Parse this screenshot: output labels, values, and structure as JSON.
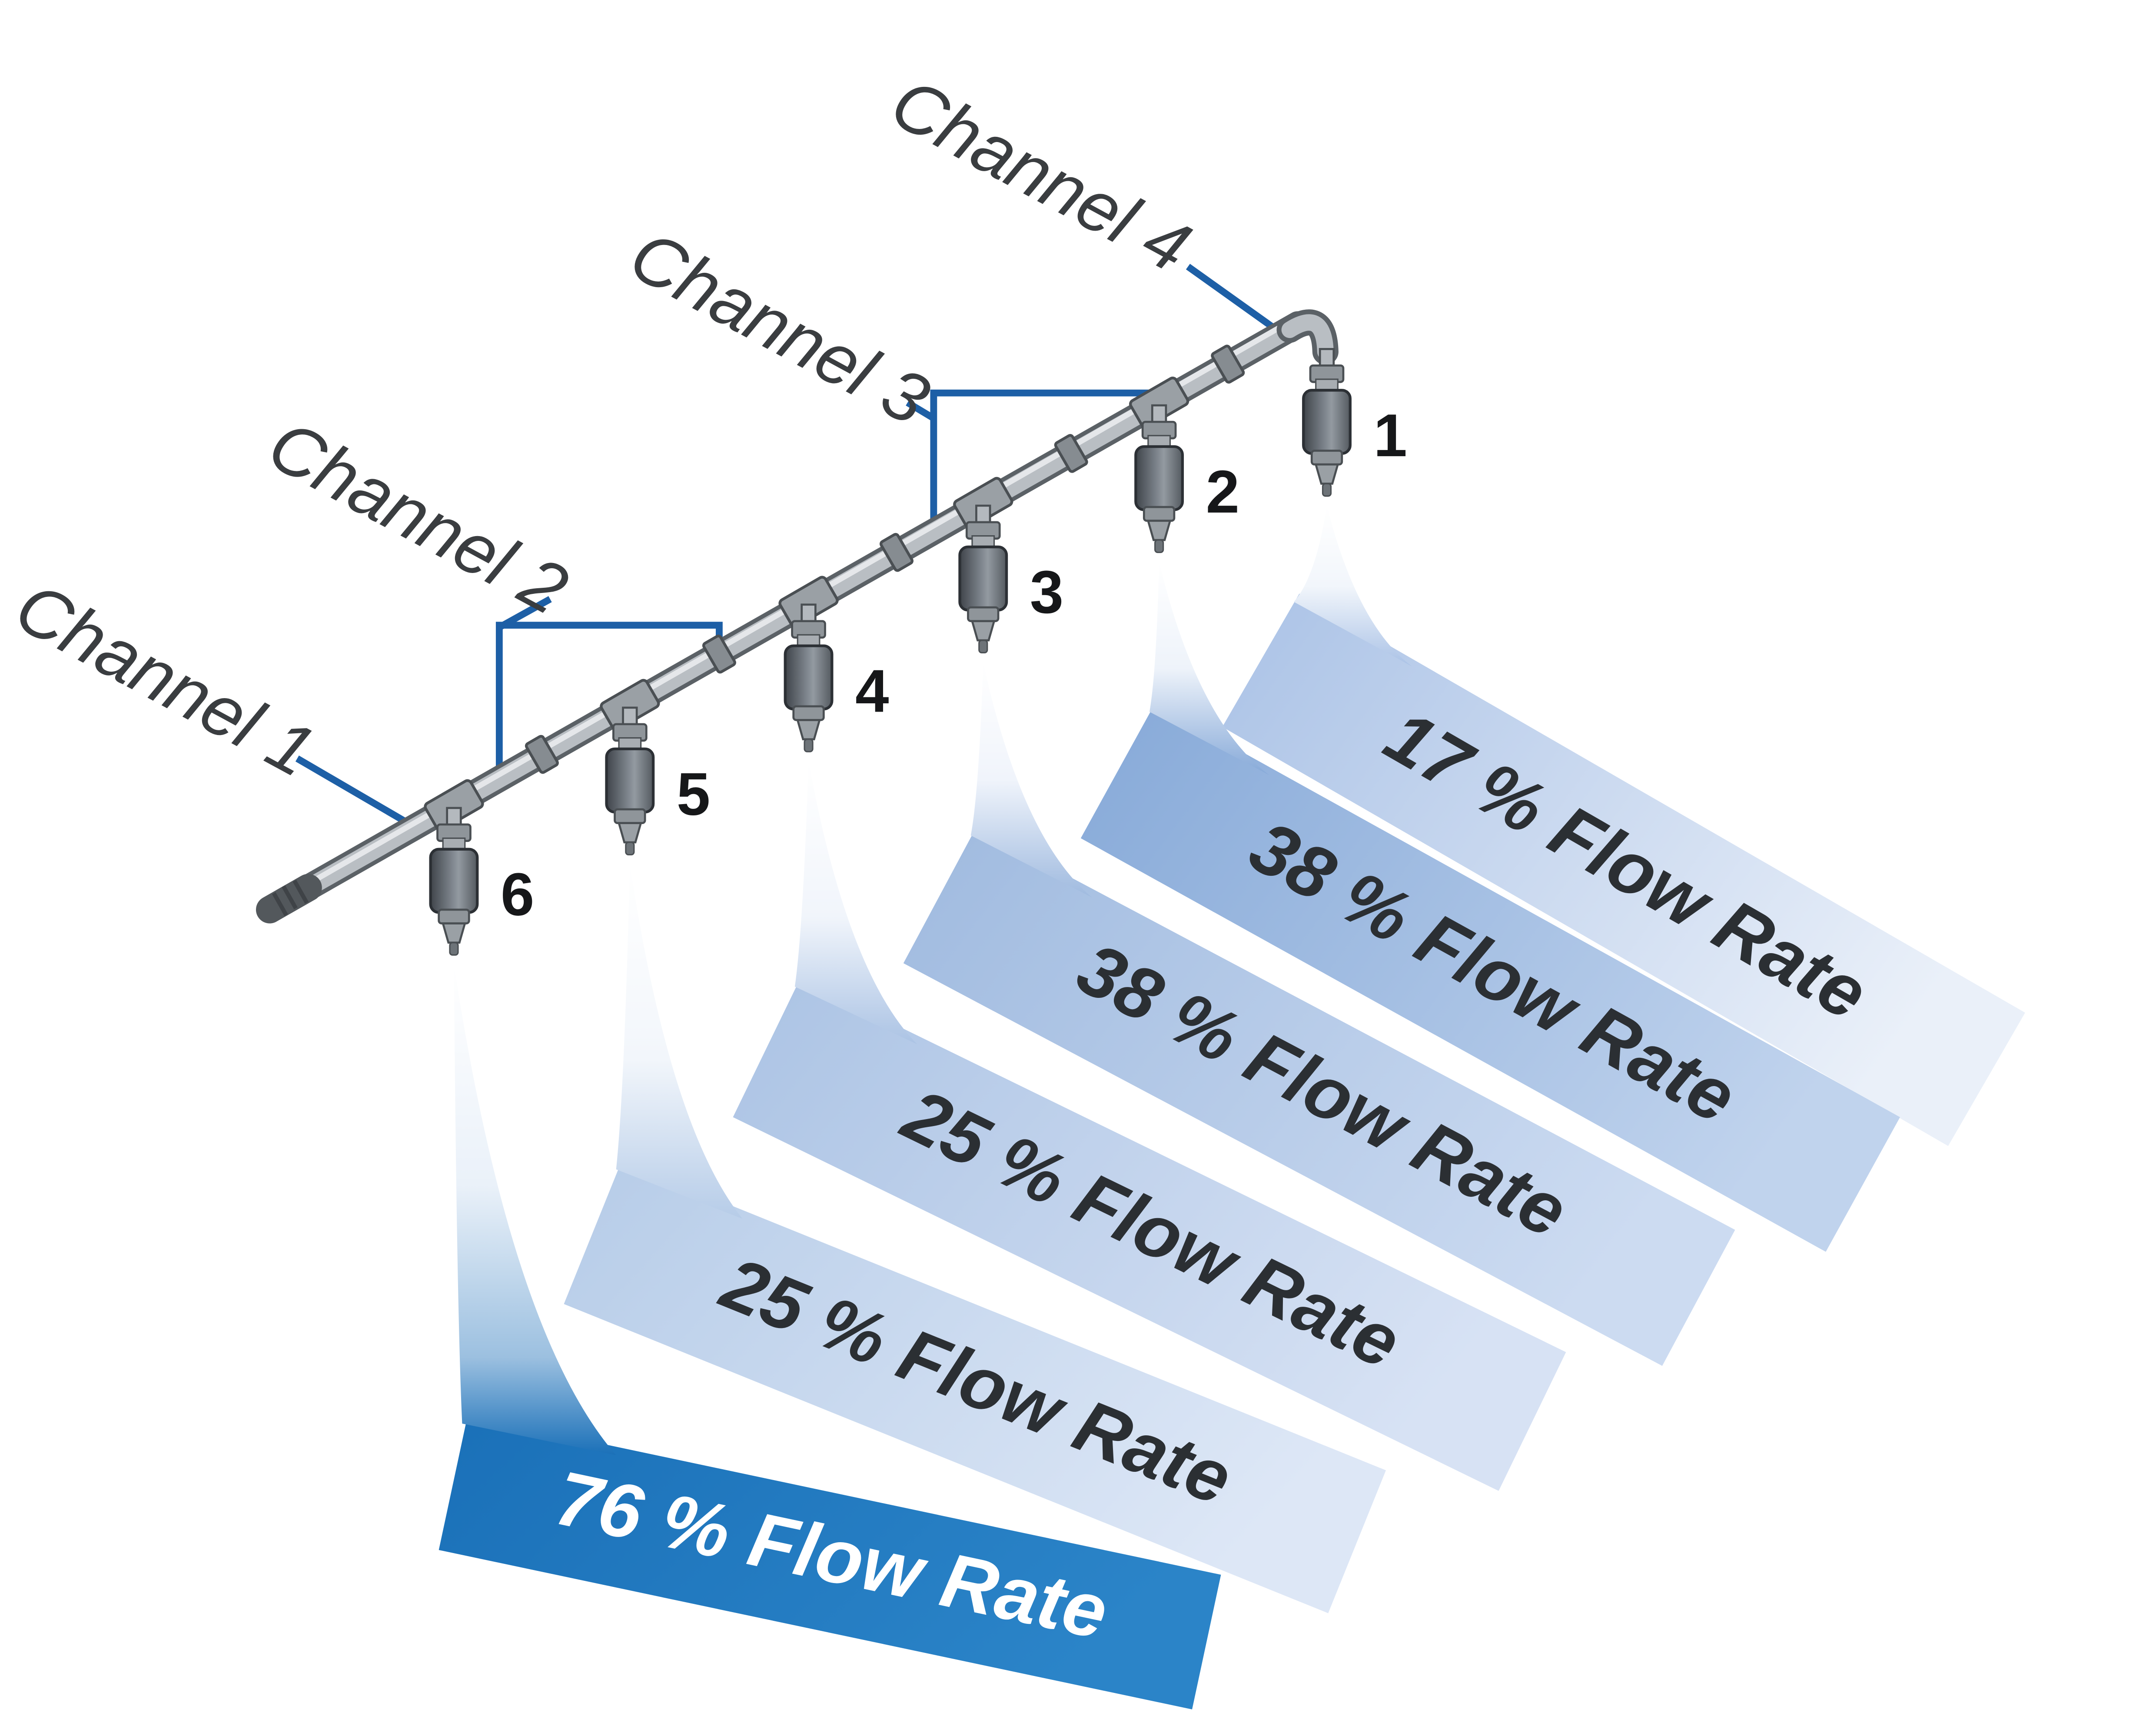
{
  "channels": [
    {
      "label": "Channel 1"
    },
    {
      "label": "Channel 2"
    },
    {
      "label": "Channel 3"
    },
    {
      "label": "Channel 4"
    }
  ],
  "nozzles": [
    {
      "number": "1",
      "flow_percent": 17,
      "flow_label": "17 % Flow Rate"
    },
    {
      "number": "2",
      "flow_percent": 38,
      "flow_label": "38 % Flow Rate"
    },
    {
      "number": "3",
      "flow_percent": 38,
      "flow_label": "38 % Flow Rate"
    },
    {
      "number": "4",
      "flow_percent": 25,
      "flow_label": "25 % Flow Rate"
    },
    {
      "number": "5",
      "flow_percent": 25,
      "flow_label": "25 % Flow Rate"
    },
    {
      "number": "6",
      "flow_percent": 76,
      "flow_label": "76 % Flow Rate"
    }
  ],
  "colors": {
    "channel_line_blue": "#1d5fa6",
    "flow_band_dark_blue": "#1a70b8",
    "flow_band_light_blue": "#aac2e6",
    "pipe_gray": "#b9bec3",
    "text_dark": "#2b2f33",
    "text_on_dark_band": "#ffffff"
  }
}
